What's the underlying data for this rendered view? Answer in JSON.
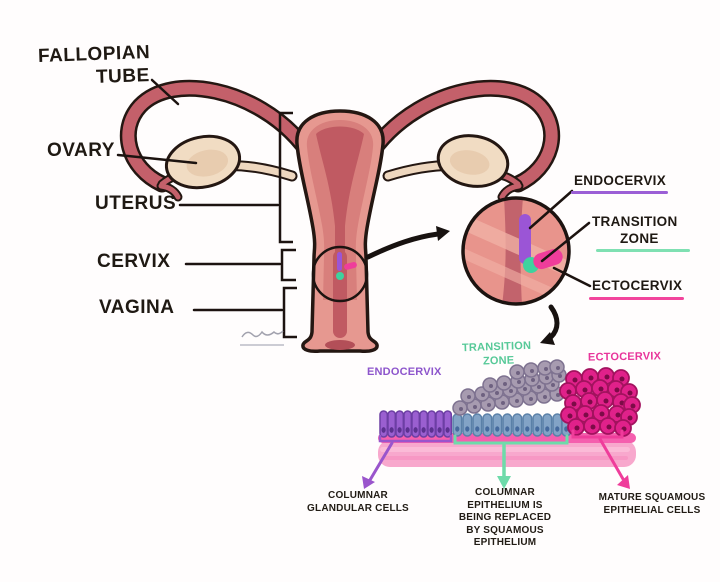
{
  "anatomy_labels": {
    "fallopian_line1": "FALLOPIAN",
    "fallopian_line2": "TUBE",
    "ovary": "OVARY",
    "uterus": "UTERUS",
    "cervix": "CERVIX",
    "vagina": "VAGINA"
  },
  "inset_labels": {
    "endocervix": "ENDOCERVIX",
    "transition_line1": "TRANSITION",
    "transition_line2": "ZONE",
    "ectocervix": "ECTOCERVIX"
  },
  "histology_labels": {
    "endocervix": "ENDOCERVIX",
    "transition_line1": "TRANSITION",
    "transition_line2": "ZONE",
    "ectocervix": "ECTOCERVIX"
  },
  "captions": {
    "left_line1": "COLUMNAR",
    "left_line2": "GLANDULAR CELLS",
    "center_line1": "COLUMNAR",
    "center_line2": "EPITHELIUM IS",
    "center_line3": "BEING REPLACED",
    "center_line4": "BY SQUAMOUS",
    "center_line5": "EPITHELIUM",
    "right_line1": "MATURE SQUAMOUS",
    "right_line2": "EPITHELIAL CELLS"
  },
  "colors": {
    "endocervix_accent": "#9b5fd6",
    "transition_accent": "#5fd6a4",
    "ectocervix_accent": "#f2449c",
    "uterus_outer": "#e2938c",
    "uterus_cavity": "#c05a62",
    "fallopian_tube": "#c4606a",
    "ovary_fill": "#f1dcc3",
    "cell_columnar_purple": "#9a5fd0",
    "cell_columnar_blue": "#83a3c6",
    "cell_metaplastic_mauve": "#a79bb0",
    "cell_squamous_magenta": "#e0218a",
    "basement_membrane_pink": "#f8a8cd"
  }
}
